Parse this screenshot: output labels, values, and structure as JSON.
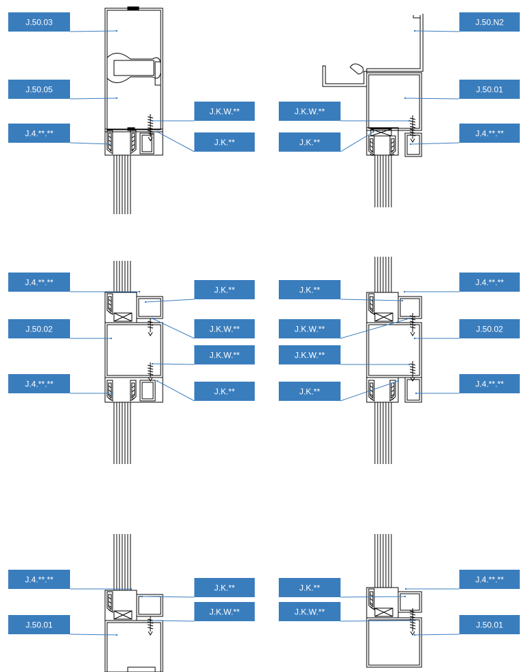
{
  "colors": {
    "label_fill": "#3a7dbd",
    "label_text": "#ffffff",
    "leader": "#3a7dbd",
    "drawing": "#000000"
  },
  "panels": [
    {
      "id": "top-left",
      "labels": [
        {
          "key": "profile-top",
          "text": "J.50.03"
        },
        {
          "key": "profile-mid",
          "text": "J.50.05"
        },
        {
          "key": "glazing-bead",
          "text": "J.4.**.**"
        },
        {
          "key": "screw",
          "text": "J.K.W.**"
        },
        {
          "key": "clip",
          "text": "J.K.**"
        }
      ]
    },
    {
      "id": "top-right",
      "labels": [
        {
          "key": "cap",
          "text": "J.50.N2"
        },
        {
          "key": "profile",
          "text": "J.50.01"
        },
        {
          "key": "screw",
          "text": "J.K.W.**"
        },
        {
          "key": "clip",
          "text": "J.K.**"
        },
        {
          "key": "glazing-bead",
          "text": "J.4.**.**"
        }
      ]
    },
    {
      "id": "mid-left",
      "labels": [
        {
          "key": "glazing-bead-top",
          "text": "J.4.**.**"
        },
        {
          "key": "profile",
          "text": "J.50.02"
        },
        {
          "key": "glazing-bead-bottom",
          "text": "J.4.**.**"
        },
        {
          "key": "clip-top",
          "text": "J.K.**"
        },
        {
          "key": "screw-top",
          "text": "J.K.W.**"
        },
        {
          "key": "screw-bottom",
          "text": "J.K.W.**"
        },
        {
          "key": "clip-bottom",
          "text": "J.K.**"
        }
      ]
    },
    {
      "id": "mid-right",
      "labels": [
        {
          "key": "clip-top",
          "text": "J.K.**"
        },
        {
          "key": "screw-top",
          "text": "J.K.W.**"
        },
        {
          "key": "screw-bottom",
          "text": "J.K.W.**"
        },
        {
          "key": "clip-bottom",
          "text": "J.K.**"
        },
        {
          "key": "glazing-bead-top",
          "text": "J.4.**.**"
        },
        {
          "key": "profile",
          "text": "J.50.02"
        },
        {
          "key": "glazing-bead-bottom",
          "text": "J.4.**.**"
        }
      ]
    },
    {
      "id": "bottom-left",
      "labels": [
        {
          "key": "glazing-bead",
          "text": "J.4.**.**"
        },
        {
          "key": "profile",
          "text": "J.50.01"
        },
        {
          "key": "clip",
          "text": "J.K.**"
        },
        {
          "key": "screw",
          "text": "J.K.W.**"
        }
      ]
    },
    {
      "id": "bottom-right",
      "labels": [
        {
          "key": "clip",
          "text": "J.K.**"
        },
        {
          "key": "screw",
          "text": "J.K.W.**"
        },
        {
          "key": "glazing-bead",
          "text": "J.4.**.**"
        },
        {
          "key": "profile",
          "text": "J.50.01"
        }
      ]
    }
  ]
}
